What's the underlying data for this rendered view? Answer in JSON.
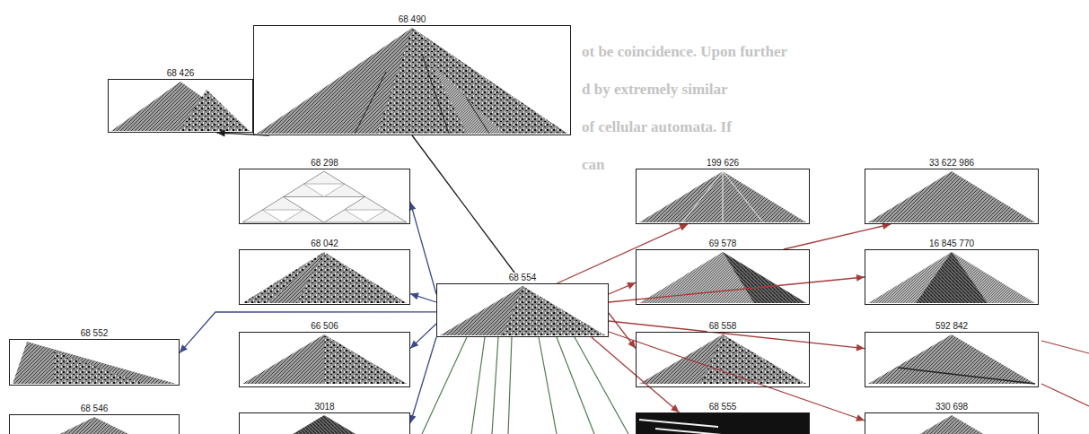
{
  "diagram": {
    "nodes": [
      {
        "text": [
          "68 490"
        ]
      },
      {
        "text": [
          "68 426"
        ]
      },
      {
        "text": [
          "68 298"
        ]
      },
      {
        "text": [
          "199 626"
        ]
      },
      {
        "text": [
          "33 622 986"
        ]
      },
      {
        "text": [
          "68 042"
        ]
      },
      {
        "text": [
          "68 554"
        ]
      },
      {
        "text": [
          "69 578"
        ]
      },
      {
        "text": [
          "16 845 770"
        ]
      },
      {
        "text": [
          "68 552"
        ]
      },
      {
        "text": [
          "66 506"
        ]
      },
      {
        "text": [
          "68 558"
        ]
      },
      {
        "text": [
          "592 842"
        ]
      },
      {
        "text": [
          "68 546"
        ]
      },
      {
        "text": [
          "3018"
        ]
      },
      {
        "text": [
          "68 555"
        ]
      },
      {
        "text": [
          "330 698"
        ]
      }
    ],
    "edges": [
      {
        "from": 6,
        "to": 0,
        "arrow": "none"
      },
      {
        "from": 0,
        "to": 1,
        "arrow": "to"
      },
      {
        "from": 6,
        "to": 2,
        "arrow": "to"
      },
      {
        "from": 6,
        "to": 5,
        "arrow": "to"
      },
      {
        "from": 6,
        "to": 9,
        "arrow": "to"
      },
      {
        "from": 6,
        "to": 10,
        "arrow": "to"
      },
      {
        "from": 6,
        "to": 14,
        "arrow": "to"
      },
      {
        "from": 6,
        "to": 3,
        "arrow": "to"
      },
      {
        "from": 6,
        "to": 7,
        "arrow": "to"
      },
      {
        "from": 7,
        "to": 4,
        "arrow": "to"
      },
      {
        "from": 6,
        "to": 8,
        "arrow": "to"
      },
      {
        "from": 6,
        "to": 11,
        "arrow": "to"
      },
      {
        "from": 6,
        "to": 12,
        "arrow": "to"
      },
      {
        "from": 6,
        "to": 15,
        "arrow": "to"
      },
      {
        "from": 6,
        "to": 16,
        "arrow": "to"
      }
    ],
    "labels": [
      "ot be coincidence. Upon further",
      "d by extremely similar",
      "of cellular automata. If",
      "can"
    ]
  }
}
